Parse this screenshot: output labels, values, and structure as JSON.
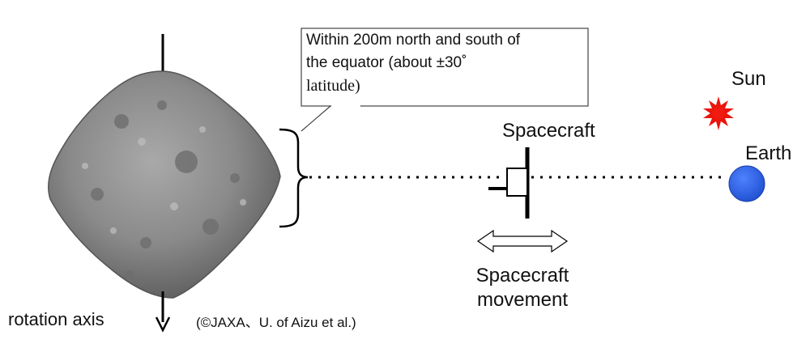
{
  "callout": {
    "line1": "Within 200m north and south of",
    "line2": "the equator (about ±30˚",
    "line3": "latitude)"
  },
  "labels": {
    "sun": "Sun",
    "earth": "Earth",
    "spacecraft": "Spacecraft",
    "movement_line1": "Spacecraft",
    "movement_line2": "movement",
    "rotation_axis": "rotation axis",
    "credit": "(©JAXA、U. of Aizu et al.)"
  },
  "colors": {
    "sun": "#e8160c",
    "earth": "#2f63e6",
    "asteroid": "#8f8f8f",
    "line": "#000000"
  },
  "icons": {
    "sun": "sun-icon",
    "earth": "earth-icon",
    "spacecraft": "spacecraft-icon",
    "asteroid": "asteroid-image",
    "movement_arrow": "double-arrow-icon"
  }
}
